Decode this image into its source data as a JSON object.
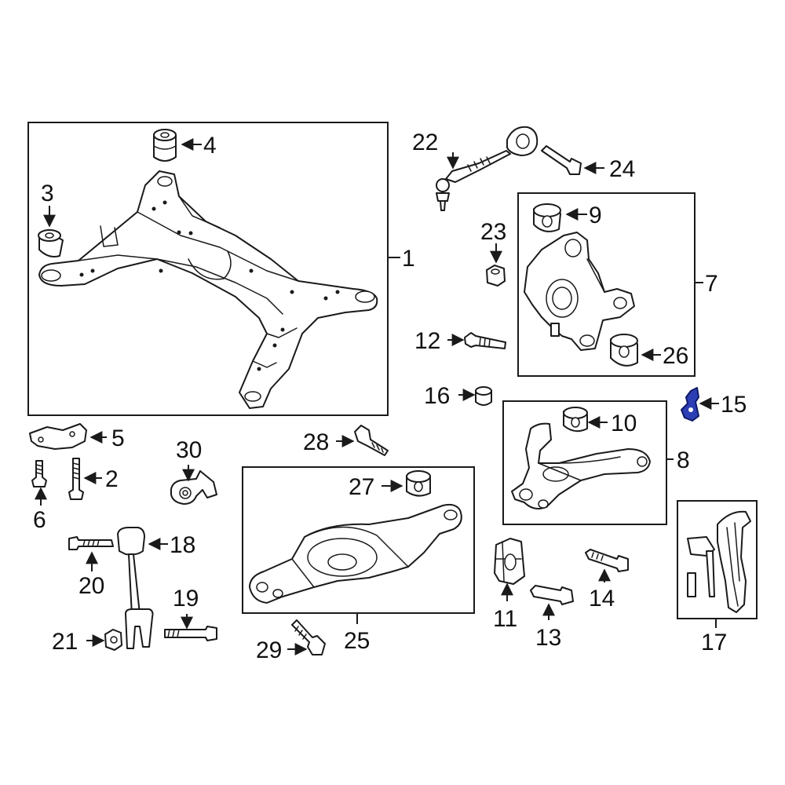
{
  "diagram": {
    "callouts": {
      "c1": "1",
      "c2": "2",
      "c3": "3",
      "c4": "4",
      "c5": "5",
      "c6": "6",
      "c7": "7",
      "c8": "8",
      "c9": "9",
      "c10": "10",
      "c11": "11",
      "c12": "12",
      "c13": "13",
      "c14": "14",
      "c15": "15",
      "c16": "16",
      "c17": "17",
      "c18": "18",
      "c19": "19",
      "c20": "20",
      "c21": "21",
      "c22": "22",
      "c23": "23",
      "c24": "24",
      "c25": "25",
      "c26": "26",
      "c27": "27",
      "c28": "28",
      "c29": "29",
      "c30": "30"
    },
    "highlight_color": "#2d3fb4",
    "line_color": "#1a1a1a"
  }
}
